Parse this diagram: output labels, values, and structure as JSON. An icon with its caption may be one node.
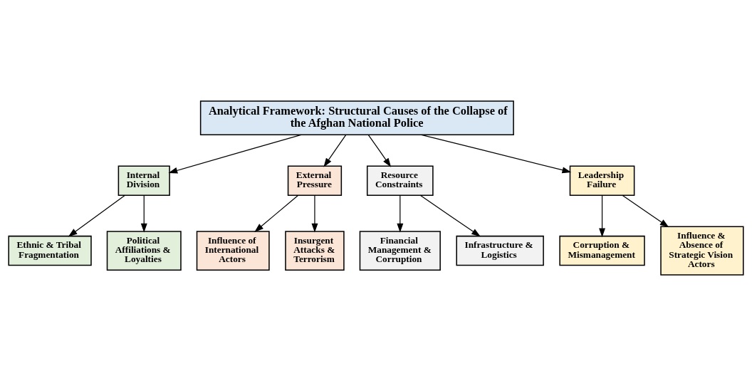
{
  "diagram": {
    "nodes": [
      {
        "text": [
          "Analytical Framework: Structural Causes of the Collapse of the Afghan National Police"
        ]
      },
      {
        "text": [
          "Internal Division"
        ]
      },
      {
        "text": [
          "External Pressure"
        ]
      },
      {
        "text": [
          "Resource Constraints"
        ]
      },
      {
        "text": [
          "Leadership Failure"
        ]
      },
      {
        "text": [
          "Ethnic & Tribal Fragmentation"
        ]
      },
      {
        "text": [
          "Political Affiliations & Loyalties"
        ]
      },
      {
        "text": [
          "Influence of International Actors"
        ]
      },
      {
        "text": [
          "Insurgent Attacks & Terrorism"
        ]
      },
      {
        "text": [
          "Financial Management & Corruption"
        ]
      },
      {
        "text": [
          "Infrastructure & Logistics"
        ]
      },
      {
        "text": [
          "Corruption & Mismanagement"
        ]
      },
      {
        "text": [
          "Influence & Absence of Strategic Vision Actors"
        ]
      }
    ],
    "edges": [
      {
        "from": 0,
        "to": 1,
        "arrow": "to"
      },
      {
        "from": 0,
        "to": 2,
        "arrow": "to"
      },
      {
        "from": 0,
        "to": 3,
        "arrow": "to"
      },
      {
        "from": 0,
        "to": 4,
        "arrow": "to"
      },
      {
        "from": 1,
        "to": 5,
        "arrow": "to"
      },
      {
        "from": 1,
        "to": 6,
        "arrow": "to"
      },
      {
        "from": 2,
        "to": 7,
        "arrow": "to"
      },
      {
        "from": 2,
        "to": 8,
        "arrow": "to"
      },
      {
        "from": 3,
        "to": 9,
        "arrow": "to"
      },
      {
        "from": 3,
        "to": 10,
        "arrow": "to"
      },
      {
        "from": 4,
        "to": 11,
        "arrow": "to"
      },
      {
        "from": 4,
        "to": 12,
        "arrow": "to"
      }
    ]
  }
}
